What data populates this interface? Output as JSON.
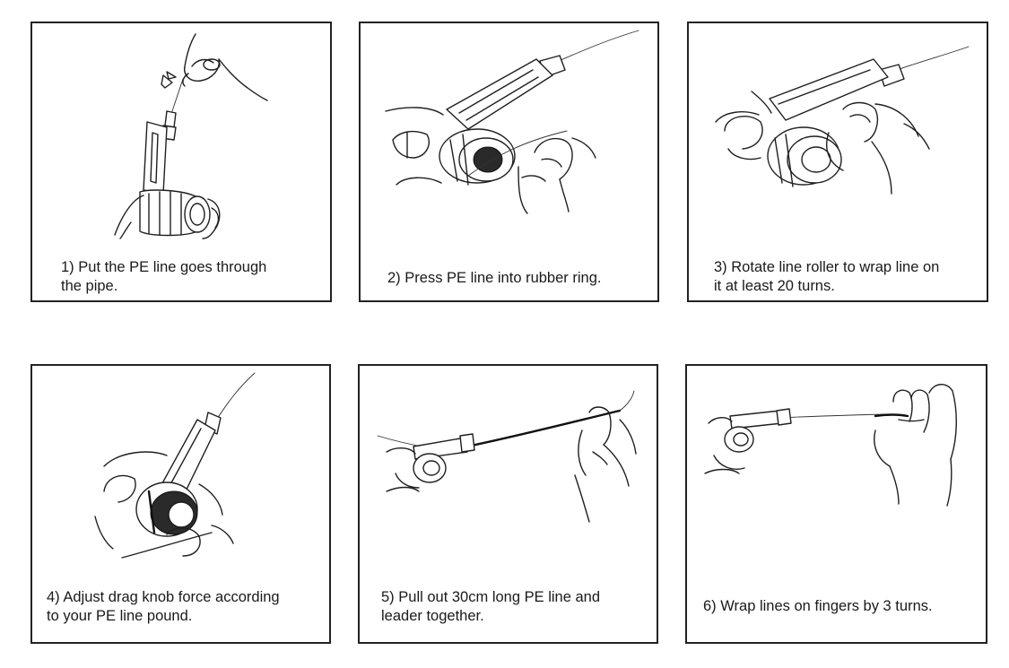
{
  "steps": [
    {
      "number": "1)",
      "text_line1": "Put the PE line goes through",
      "text_line2": "the pipe."
    },
    {
      "number": "2)",
      "text_line1": "Press PE line into rubber ring.",
      "text_line2": ""
    },
    {
      "number": "3)",
      "text_line1": "Rotate line roller to wrap line on",
      "text_line2": "it at least 20 turns."
    },
    {
      "number": "4)",
      "text_line1": "Adjust drag knob force according",
      "text_line2": "to your PE line pound."
    },
    {
      "number": "5)",
      "text_line1": "Pull out 30cm long PE line and",
      "text_line2": "leader together."
    },
    {
      "number": "6)",
      "text_line1": "Wrap lines on fingers by 3 turns.",
      "text_line2": ""
    }
  ],
  "colors": {
    "border": "#222222",
    "ink": "#1f1f1f",
    "background": "#ffffff"
  }
}
